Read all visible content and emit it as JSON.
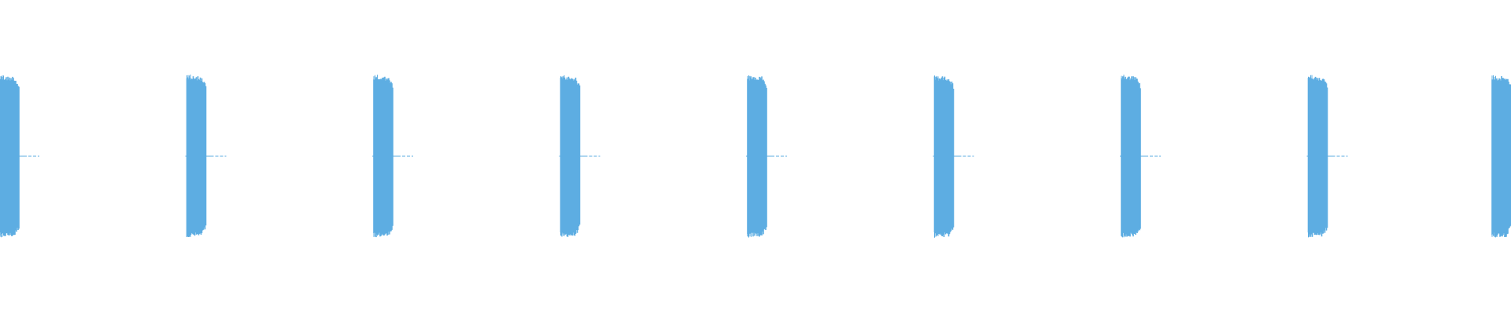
{
  "waveform": {
    "color": "#5dade2",
    "background": "#ffffff",
    "pulse_count": 9,
    "pulses": [
      {
        "index": 1
      },
      {
        "index": 2
      },
      {
        "index": 3
      },
      {
        "index": 4
      },
      {
        "index": 5
      },
      {
        "index": 6
      },
      {
        "index": 7
      },
      {
        "index": 8
      },
      {
        "index": 9
      }
    ]
  }
}
